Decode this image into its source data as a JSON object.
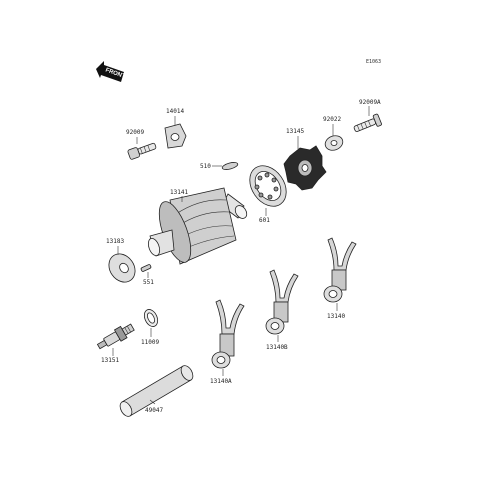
{
  "diagram": {
    "drawing_code": "E1063",
    "front_label": "FRONT",
    "parts": [
      {
        "id": "p92009",
        "number": "92009"
      },
      {
        "id": "p14014",
        "number": "14014"
      },
      {
        "id": "p510",
        "number": "510"
      },
      {
        "id": "p13145",
        "number": "13145"
      },
      {
        "id": "p92022",
        "number": "92022"
      },
      {
        "id": "p92009A",
        "number": "92009A"
      },
      {
        "id": "p13141",
        "number": "13141"
      },
      {
        "id": "p601",
        "number": "601"
      },
      {
        "id": "p13183",
        "number": "13183"
      },
      {
        "id": "p551",
        "number": "551"
      },
      {
        "id": "p11009",
        "number": "11009"
      },
      {
        "id": "p13151",
        "number": "13151"
      },
      {
        "id": "p13140A",
        "number": "13140A"
      },
      {
        "id": "p13140B",
        "number": "13140B"
      },
      {
        "id": "p13140",
        "number": "13140"
      },
      {
        "id": "p49047",
        "number": "49047"
      }
    ]
  }
}
